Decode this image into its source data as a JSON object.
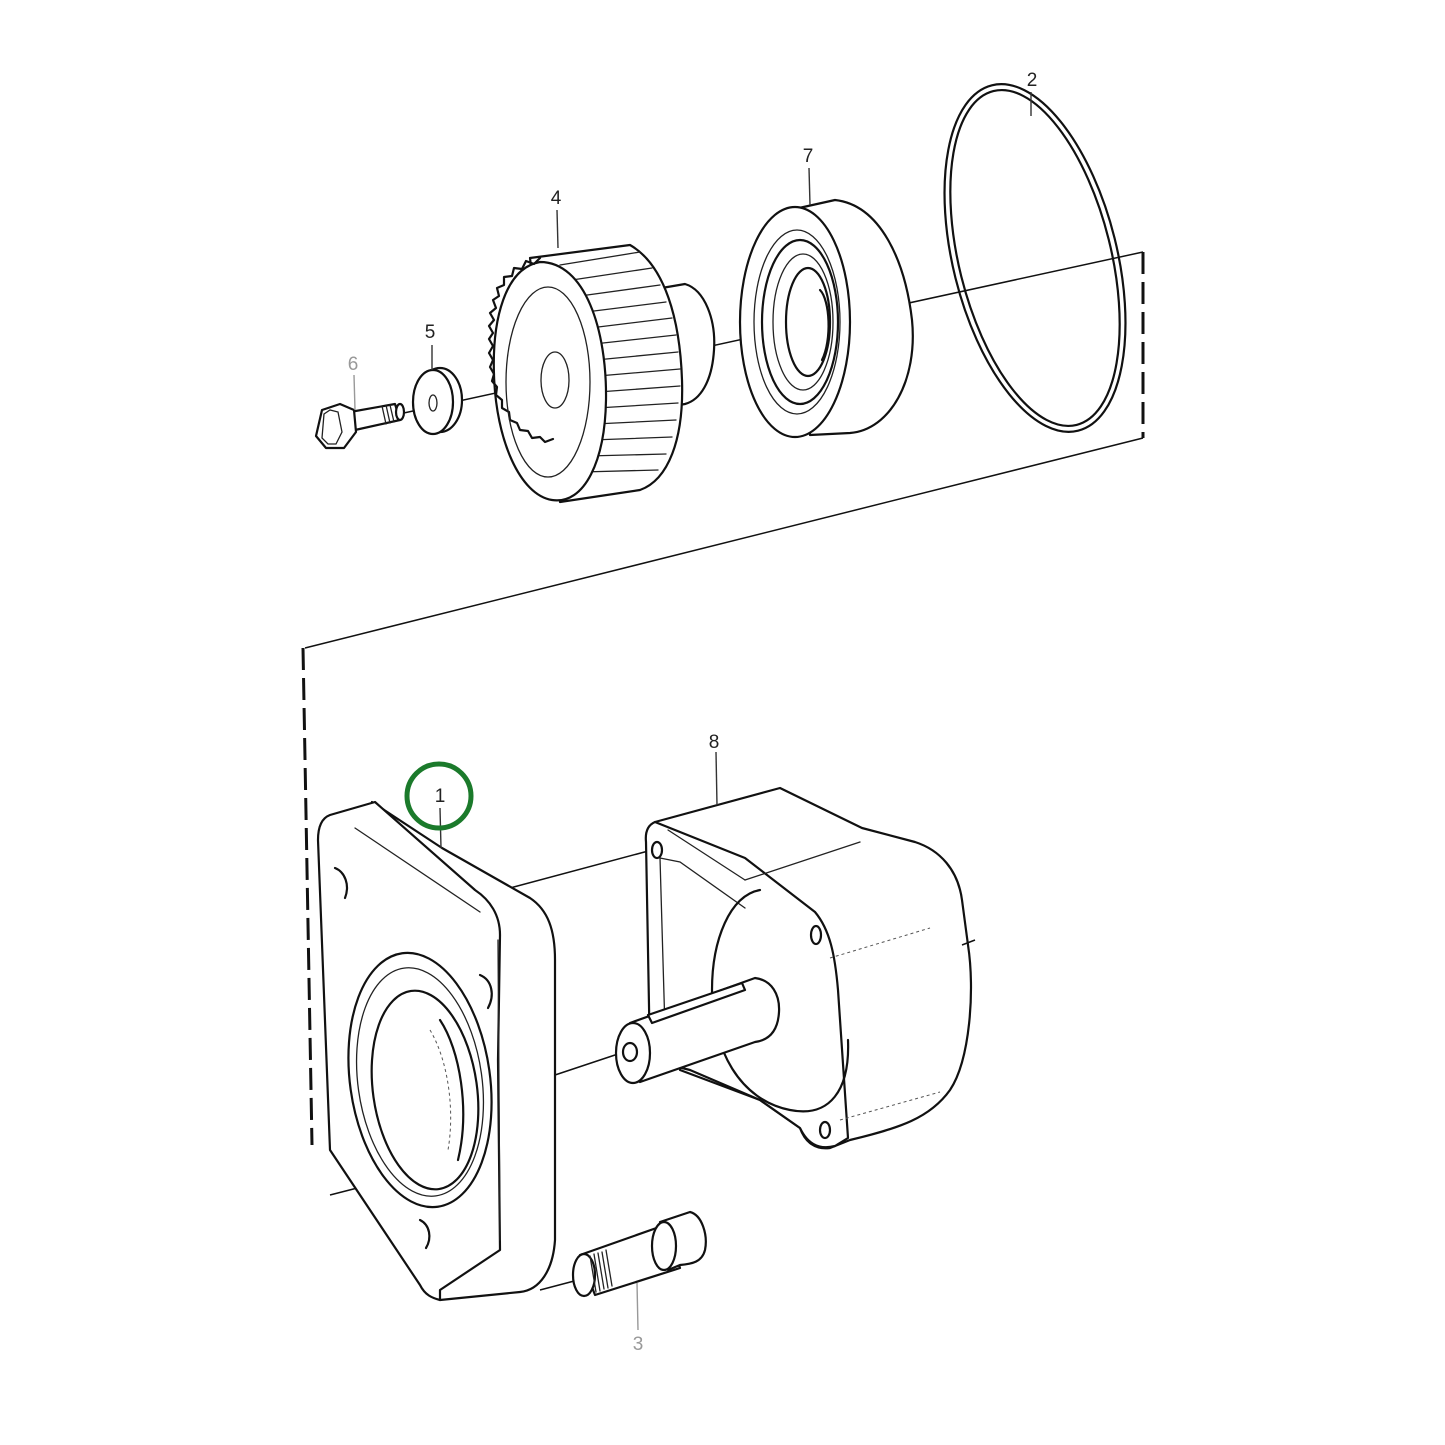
{
  "diagram": {
    "type": "exploded-parts-view",
    "highlight_color": "#1b7a2b",
    "highlighted_callout": "1",
    "callouts": [
      {
        "id": "1",
        "label": "1",
        "part": "flange-housing",
        "highlighted": true
      },
      {
        "id": "2",
        "label": "2",
        "part": "o-ring"
      },
      {
        "id": "3",
        "label": "3",
        "part": "socket-head-bolt"
      },
      {
        "id": "4",
        "label": "4",
        "part": "gear"
      },
      {
        "id": "5",
        "label": "5",
        "part": "washer"
      },
      {
        "id": "6",
        "label": "6",
        "part": "hex-bolt"
      },
      {
        "id": "7",
        "label": "7",
        "part": "ball-bearing"
      },
      {
        "id": "8",
        "label": "8",
        "part": "pump-housing"
      }
    ]
  }
}
